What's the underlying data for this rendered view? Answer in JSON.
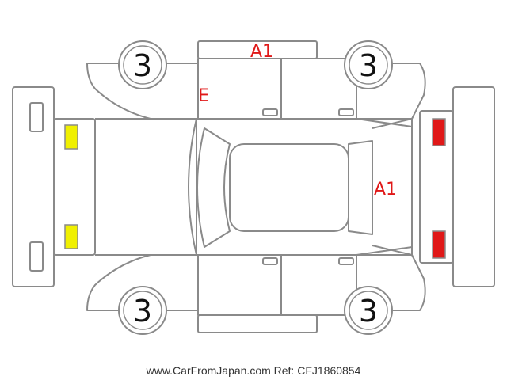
{
  "colors": {
    "outline": "#8a8a8a",
    "marker_red": "#e01818",
    "headlight_yellow": "#f0f000",
    "taillight_red": "#e01818"
  },
  "wheels": {
    "front_left": "3",
    "rear_left": "3",
    "front_right": "3",
    "rear_right": "3"
  },
  "markers": {
    "roof_top": "A1",
    "upper_left": "E",
    "rear_glass": "A1"
  },
  "footer": "www.CarFromJapan.com Ref: CFJ1860854"
}
